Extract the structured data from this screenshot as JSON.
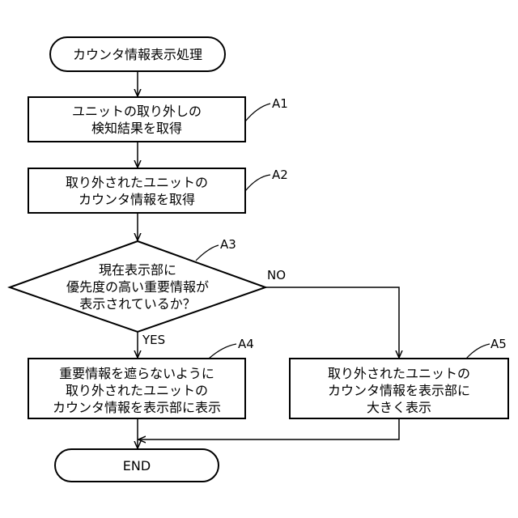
{
  "nodes": {
    "start": {
      "lines": [
        "カウンタ情報表示処理"
      ]
    },
    "a1": {
      "lines": [
        "ユニットの取り外しの",
        "検知結果を取得"
      ],
      "ref": "A1"
    },
    "a2": {
      "lines": [
        "取り外されたユニットの",
        "カウンタ情報を取得"
      ],
      "ref": "A2"
    },
    "a3": {
      "lines": [
        "現在表示部に",
        "優先度の高い重要情報が",
        "表示されているか？"
      ],
      "ref": "A3"
    },
    "a4": {
      "lines": [
        "重要情報を遮らないように",
        "取り外されたユニットの",
        "カウンタ情報を表示部に表示"
      ],
      "ref": "A4"
    },
    "a5": {
      "lines": [
        "取り外されたユニットの",
        "カウンタ情報を表示部に",
        "大きく表示"
      ],
      "ref": "A5"
    },
    "end": {
      "lines": [
        "END"
      ]
    }
  },
  "branches": {
    "yes": "YES",
    "no": "NO"
  }
}
